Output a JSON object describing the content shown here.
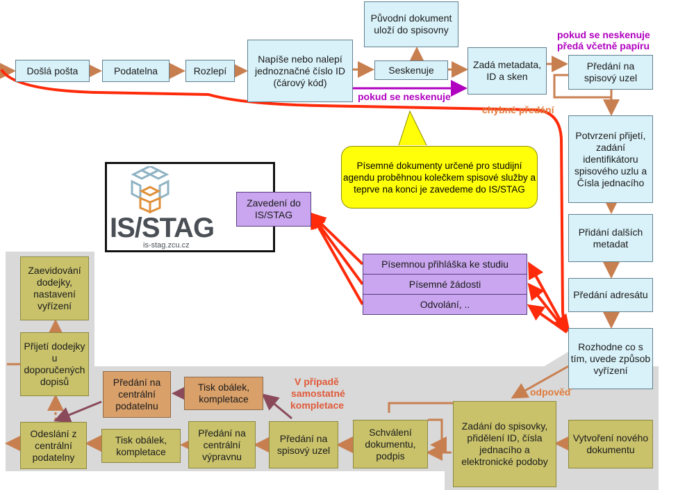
{
  "top_flow": {
    "dosla_posta": "Došlá pošta",
    "podatelna": "Podatelna",
    "rozlepi": "Rozlepí",
    "napise": "Napíše nebo nalepí jednoznačné číslo ID (čárový kód)",
    "seskenuje": "Seskenuje",
    "puvodni": "Původní dokument uloží do spisovny",
    "zada_metadata": "Zadá metadata, ID a sken"
  },
  "right_column": {
    "predani_spisovy_uzel": "Předání na spisový uzel",
    "potvrzeni": "Potvrzení přijetí, zadání identifikátoru spisového uzlu a Čísla jednacího",
    "pridani_metadat": "Přidání dalších metadat",
    "predani_adresatu": "Předání adresátu",
    "rozhodne": "Rozhodne co s tím, uvede způsob vyřízení",
    "vytvoreni": "Vytvoření nového dokumentu"
  },
  "labels": {
    "pokud_neskenuje_1": "pokud se neskenuje",
    "pokud_neskenuje_2": "předá včetně papíru",
    "pokud_neskenuje_mid": "pokud se neskenuje",
    "chybne": "chybné předání",
    "odpoved": "odpověď",
    "v_pripade_1": "V případě",
    "v_pripade_2": "samostatné",
    "v_pripade_3": "kompletace"
  },
  "callout": "Písemné dokumenty určené pro studijní agendu proběhnou kolečkem spisové služby a teprve na konci je zavedeme do IS/STAG",
  "stag": {
    "zavedeni": "Zavedení do IS/STAG",
    "items": [
      "Písemnou přihláška ke studiu",
      "Písemné žádosti",
      "Odvolání, .."
    ],
    "logo_text": "IS/STAG",
    "logo_url": "is-stag.zcu.cz"
  },
  "bottom_flow": {
    "zadani_spisovky": "Zadání do spisovky, přidělení ID, čísla jednacího a elektronické podoby",
    "schvaleni": "Schválení dokumentu, podpis",
    "predani_spisovy": "Předání na spisový uzel",
    "predani_vypravnu": "Předání na centrální výpravnu",
    "tisk_obalek_1": "Tisk obálek, kompletace",
    "odeslani": "Odeslání z centrální podatelny",
    "tisk_obalek_2": "Tisk obálek, kompletace",
    "predani_podatelnu": "Předání na centrální podatelnu",
    "prijeti_dodejky": "Přijetí dodejky u doporučených dopisů",
    "zaevidovani": "Zaevidování dodejky, nastavení vyřízení"
  },
  "colors": {
    "blue_box": "#d9f2f9",
    "olive_box": "#c9c26b",
    "orange_box": "#d9a06a",
    "lavender_box": "#c9a6ef",
    "arrow_brown": "#c87f50",
    "red_flow": "#ff2a0a",
    "magenta": "#b000c0",
    "callout": "#ffff0a"
  }
}
